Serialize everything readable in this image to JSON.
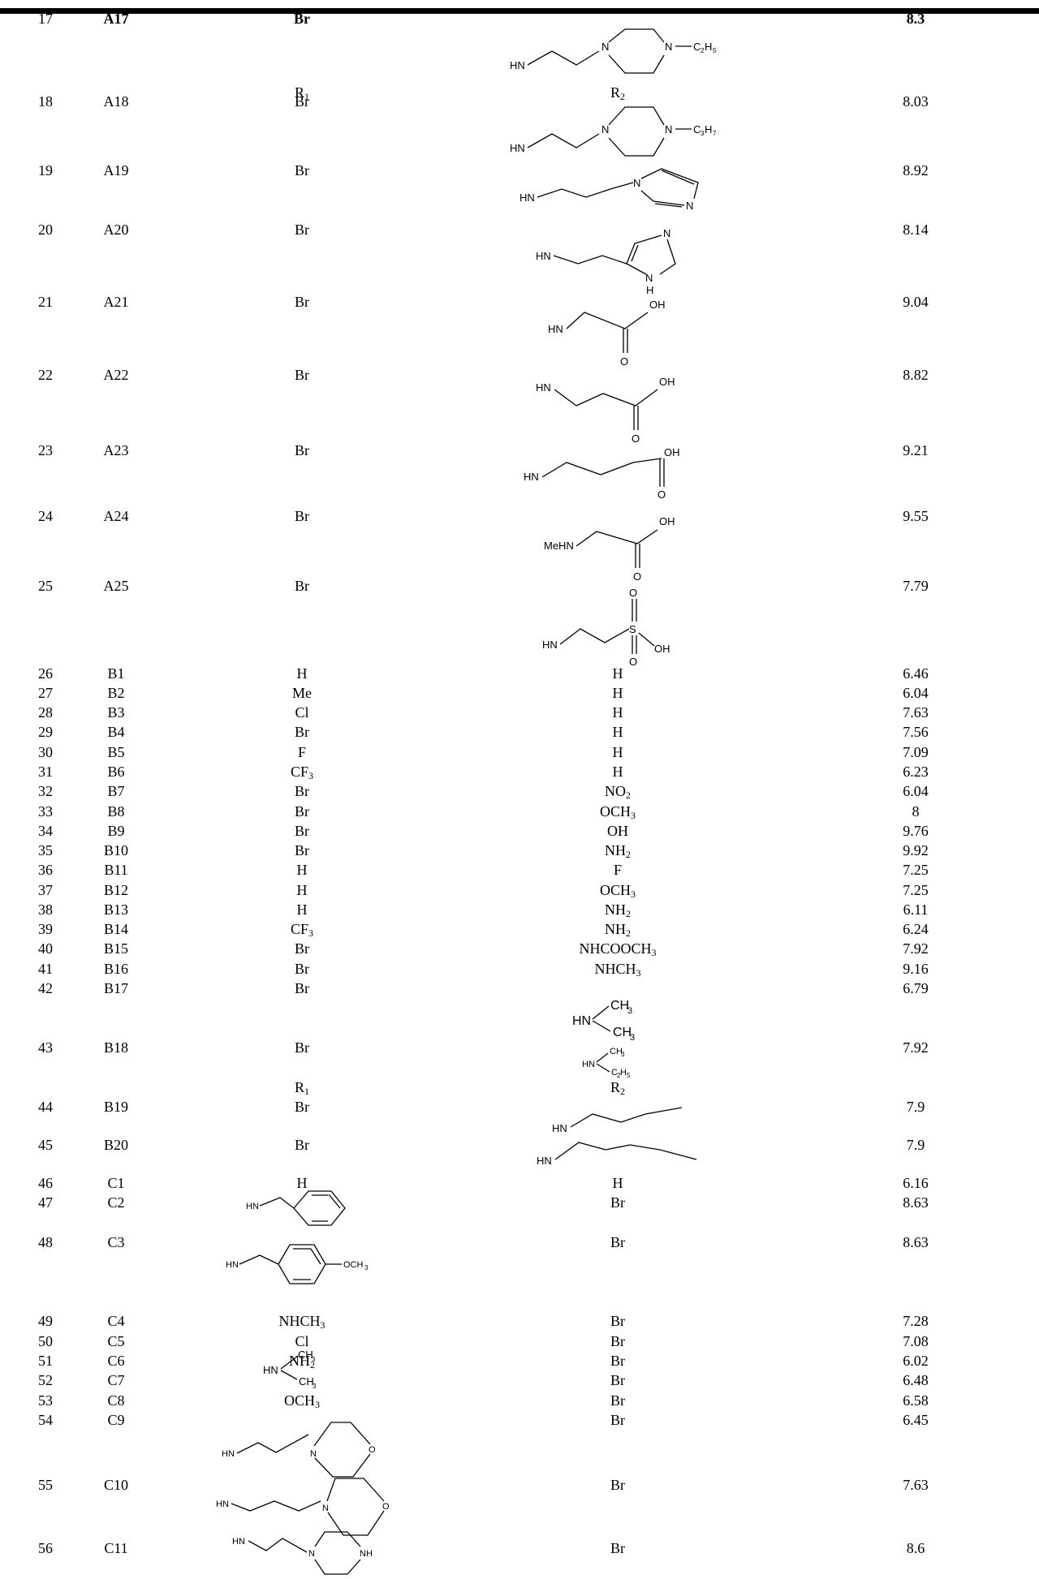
{
  "header": {
    "r1_label": "R",
    "r1_sub": "1",
    "r2_label": "R",
    "r2_sub": "2"
  },
  "rows": [
    {
      "no": "17",
      "code": "A17",
      "r1": "Br",
      "r2": "",
      "value": "8.3",
      "bold": true
    },
    {
      "no": "18",
      "code": "A18",
      "r1": "Br",
      "r2": "",
      "value": "8.03"
    },
    {
      "no": "19",
      "code": "A19",
      "r1": "Br",
      "r2": "",
      "value": "8.92"
    },
    {
      "no": "20",
      "code": "A20",
      "r1": "Br",
      "r2": "",
      "value": "8.14"
    },
    {
      "no": "21",
      "code": "A21",
      "r1": "Br",
      "r2": "",
      "value": "9.04"
    },
    {
      "no": "22",
      "code": "A22",
      "r1": "Br",
      "r2": "",
      "value": "8.82"
    },
    {
      "no": "23",
      "code": "A23",
      "r1": "Br",
      "r2": "",
      "value": "9.21"
    },
    {
      "no": "24",
      "code": "A24",
      "r1": "Br",
      "r2": "",
      "value": "9.55"
    },
    {
      "no": "25",
      "code": "A25",
      "r1": "Br",
      "r2": "",
      "value": "7.79"
    },
    {
      "no": "26",
      "code": "B1",
      "r1": "H",
      "r2": "H",
      "value": "6.46"
    },
    {
      "no": "27",
      "code": "B2",
      "r1": "Me",
      "r2": "H",
      "value": "6.04"
    },
    {
      "no": "28",
      "code": "B3",
      "r1": "Cl",
      "r2": "H",
      "value": "7.63"
    },
    {
      "no": "29",
      "code": "B4",
      "r1": "Br",
      "r2": "H",
      "value": "7.56"
    },
    {
      "no": "30",
      "code": "B5",
      "r1": "F",
      "r2": "H",
      "value": "7.09"
    },
    {
      "no": "31",
      "code": "B6",
      "r1": "CF3",
      "r2": "H",
      "value": "6.23"
    },
    {
      "no": "32",
      "code": "B7",
      "r1": "Br",
      "r2": "NO2",
      "value": "6.04"
    },
    {
      "no": "33",
      "code": "B8",
      "r1": "Br",
      "r2": "OCH3",
      "value": "8"
    },
    {
      "no": "34",
      "code": "B9",
      "r1": "Br",
      "r2": "OH",
      "value": "9.76"
    },
    {
      "no": "35",
      "code": "B10",
      "r1": "Br",
      "r2": "NH2",
      "value": "9.92"
    },
    {
      "no": "36",
      "code": "B11",
      "r1": "H",
      "r2": "F",
      "value": "7.25"
    },
    {
      "no": "37",
      "code": "B12",
      "r1": "H",
      "r2": "OCH3",
      "value": "7.25"
    },
    {
      "no": "38",
      "code": "B13",
      "r1": "H",
      "r2": "NH2",
      "value": "6.11"
    },
    {
      "no": "39",
      "code": "B14",
      "r1": "CF3",
      "r2": "NH2",
      "value": "6.24"
    },
    {
      "no": "40",
      "code": "B15",
      "r1": "Br",
      "r2": "NHCOOCH3",
      "value": "7.92"
    },
    {
      "no": "41",
      "code": "B16",
      "r1": "Br",
      "r2": "NHCH3",
      "value": "9.16"
    },
    {
      "no": "42",
      "code": "B17",
      "r1": "Br",
      "r2": "",
      "value": "6.79"
    },
    {
      "no": "43",
      "code": "B18",
      "r1": "Br",
      "r2": "",
      "value": "7.92"
    },
    {
      "no": "44",
      "code": "B19",
      "r1": "Br",
      "r2": "",
      "value": "7.9"
    },
    {
      "no": "45",
      "code": "B20",
      "r1": "Br",
      "r2": "",
      "value": "7.9"
    },
    {
      "no": "46",
      "code": "C1",
      "r1": "H",
      "r2": "H",
      "value": "6.16"
    },
    {
      "no": "47",
      "code": "C2",
      "r1": "",
      "r2": "Br",
      "value": "8.63"
    },
    {
      "no": "48",
      "code": "C3",
      "r1": "",
      "r2": "Br",
      "value": "8.63"
    },
    {
      "no": "49",
      "code": "C4",
      "r1": "NHCH3",
      "r2": "Br",
      "value": "7.28"
    },
    {
      "no": "50",
      "code": "C5",
      "r1": "Cl",
      "r2": "Br",
      "value": "7.08"
    },
    {
      "no": "51",
      "code": "C6",
      "r1": "NH2",
      "r2": "Br",
      "value": "6.02"
    },
    {
      "no": "52",
      "code": "C7",
      "r1": "",
      "r2": "Br",
      "value": "6.48"
    },
    {
      "no": "53",
      "code": "C8",
      "r1": "OCH3",
      "r2": "Br",
      "value": "6.58"
    },
    {
      "no": "54",
      "code": "C9",
      "r1": "",
      "r2": "Br",
      "value": "6.45"
    },
    {
      "no": "55",
      "code": "C10",
      "r1": "",
      "r2": "Br",
      "value": "7.63"
    },
    {
      "no": "56",
      "code": "C11",
      "r1": "",
      "r2": "Br",
      "value": "8.6"
    }
  ],
  "structure_labels": {
    "hn": "HN",
    "n": "N",
    "nh": "NH",
    "h": "H",
    "o": "O",
    "oh": "OH",
    "s": "S",
    "mehn": "MeHN",
    "ch3": "CH",
    "ethyl": "C",
    "propyl": "C",
    "och3": "OCH"
  }
}
